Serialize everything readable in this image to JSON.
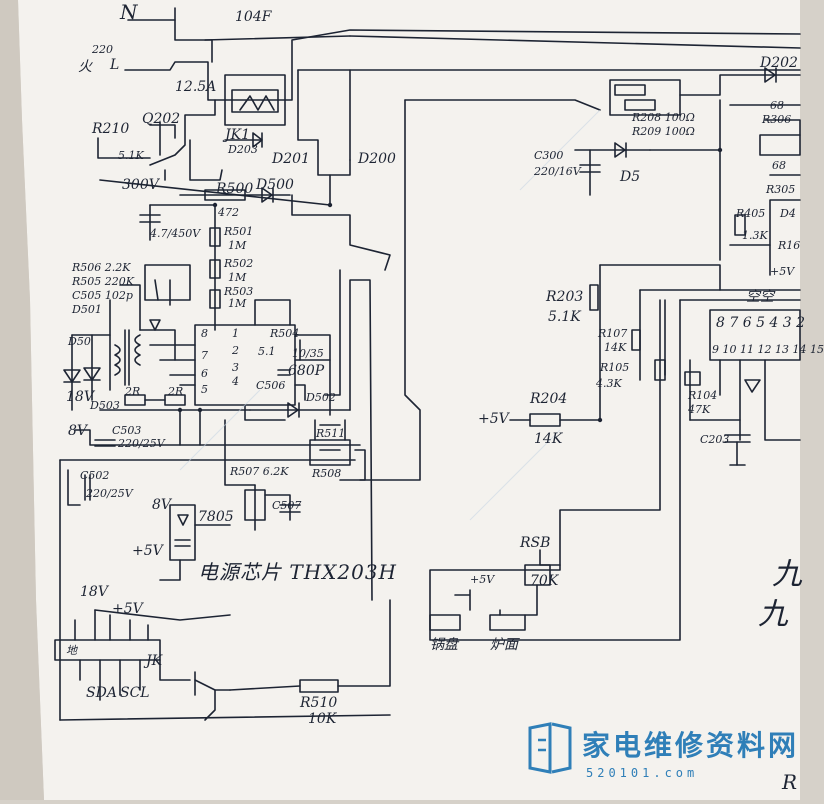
{
  "diagram": {
    "colors": {
      "paper": "#f4f2ee",
      "ink": "#1d2433",
      "watermark": "#2f7fb8"
    },
    "labels": {
      "n": "N",
      "l": "L",
      "l_cn": "火",
      "v220": "220",
      "c104": "104F",
      "fuse": "12.5A",
      "jk1": "JK1",
      "d203": "D203",
      "d201": "D201",
      "d200": "D200",
      "r210": "R210",
      "q202": "Q202",
      "r51k": "5.1K",
      "v300": "300V",
      "r500": "R500",
      "d500": "D500",
      "r472": "472",
      "c_cap": "4.7/450V",
      "r501": "R501",
      "r501v": "1M",
      "r502": "R502",
      "r502v": "1M",
      "r503": "R503",
      "r503v": "1M",
      "r506": "R506 2.2K",
      "r505": "R505 220K",
      "c505": "C505 102p",
      "d501": "D501",
      "d5a": "D50",
      "d503": "D503",
      "r2r": "2R",
      "r2r2": "2R",
      "v18": "18V",
      "v8": "8V",
      "c503": "C503",
      "c503v": "220/25V",
      "c502": "C502",
      "c502v": "220/25V",
      "ic_p8": "8",
      "ic_p7": "7",
      "ic_p6": "6",
      "ic_p5": "5",
      "ic_p1": "1",
      "ic_p2": "2",
      "ic_p3": "3",
      "ic_p4": "4",
      "r504": "R504",
      "r504v": "5.1",
      "c50x": "10/35",
      "c506": "C506",
      "c506v": "680P",
      "d502": "D502",
      "r511": "R511",
      "r508": "R508",
      "r507": "R507 6.2K",
      "c507": "C507",
      "v8b": "8V",
      "ic7805": "7805",
      "plus5v": "+5V",
      "title": "电源芯片 THX203H",
      "v18b": "18V",
      "plus5vb": "+5V",
      "conn_gnd": "地",
      "conn_sda": "SDA",
      "conn_scl": "SCL",
      "conn_jk": "JK",
      "r510": "R510",
      "r510v": "10K",
      "c300": "C300",
      "c300v": "220/16V",
      "d5": "D5",
      "r208": "R208 100Ω",
      "r209": "R209 100Ω",
      "d202": "D202",
      "r306": "R306",
      "r306v": "68",
      "r305": "R305",
      "r305v": "68",
      "r405": "R405",
      "r405v": "1.3K",
      "d4": "D4",
      "r16": "R16",
      "plus5vc": "+5V",
      "kk": "空空",
      "pins_top": "8 7 6 5 4 3 2",
      "pins_bot": "9 10 11 12 13 14 15",
      "r203": "R203",
      "r203v": "5.1K",
      "r107": "R107",
      "r107v": "14K",
      "r105": "R105",
      "r105v": "4.3K",
      "r104": "R104",
      "r104v": "47K",
      "plus5vd": "+5V",
      "r204": "R204",
      "r204v": "14K",
      "c203": "C203",
      "rsb": "RSB",
      "rsbv": "70K",
      "plus5ve": "+5V",
      "conn_left": "锅盘",
      "conn_right": "炉面",
      "edge1": "九",
      "edge2": "九",
      "edge3": "R"
    },
    "watermark": {
      "name": "家电维修资料网",
      "url": "520101.com"
    }
  }
}
